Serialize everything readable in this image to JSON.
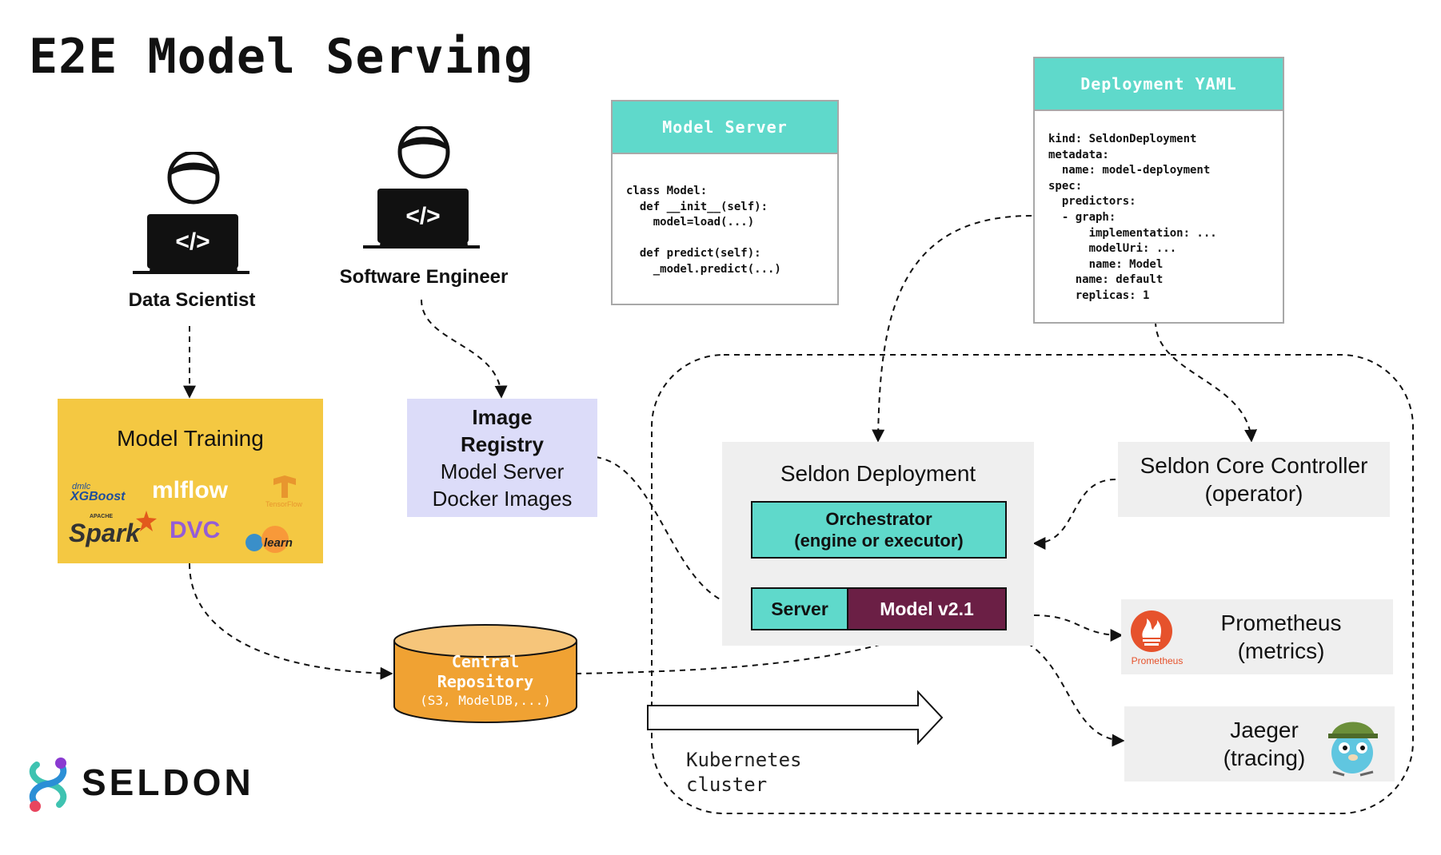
{
  "title": "E2E Model Serving",
  "personas": {
    "data_scientist": "Data Scientist",
    "software_engineer": "Software Engineer"
  },
  "model_server_card": {
    "header": "Model Server",
    "code": "class Model:\n  def __init__(self):\n    model=load(...)\n\n  def predict(self):\n    _model.predict(...)"
  },
  "deployment_yaml_card": {
    "header": "Deployment YAML",
    "code": "kind: SeldonDeployment\nmetadata:\n  name: model-deployment\nspec:\n  predictors:\n  - graph:\n      implementation: ...\n      modelUri: ...\n      name: Model\n    name: default\n    replicas: 1"
  },
  "model_training": {
    "label": "Model Training",
    "tools": [
      "dmlc",
      "XGBoost",
      "mlflow",
      "TensorFlow",
      "APACHE",
      "Spark",
      "DVC",
      "learn"
    ]
  },
  "image_registry": {
    "title_line1": "Image",
    "title_line2": "Registry",
    "line3": "Model Server",
    "line4": "Docker Images"
  },
  "central_repository": {
    "line1": "Central",
    "line2": "Repository",
    "line3": "(S3, ModelDB,...)"
  },
  "seldon_deployment": {
    "label": "Seldon Deployment",
    "orchestrator_line1": "Orchestrator",
    "orchestrator_line2": "(engine or executor)",
    "server": "Server",
    "model": "Model v2.1"
  },
  "controller": {
    "line1": "Seldon Core Controller",
    "line2": "(operator)"
  },
  "prometheus": {
    "line1": "Prometheus",
    "line2": "(metrics)",
    "logo_caption": "Prometheus"
  },
  "jaeger": {
    "line1": "Jaeger",
    "line2": "(tracing)"
  },
  "cluster_label_line1": "Kubernetes",
  "cluster_label_line2": "cluster",
  "brand": "SELDON",
  "colors": {
    "teal": "#5fd9cb",
    "yellow": "#f4c842",
    "lavender": "#dcdcf9",
    "orange": "#f0a233",
    "maroon": "#6b1f45",
    "grey_box": "#efefef"
  }
}
